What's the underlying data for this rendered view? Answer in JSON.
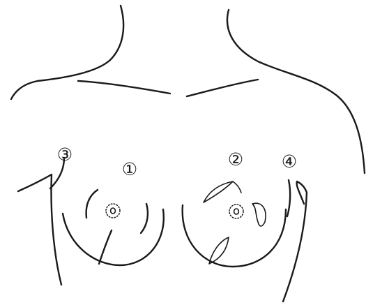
{
  "colors": {
    "ink": "#1a1a1a",
    "background": "#ffffff"
  },
  "markers": {
    "m1": "①",
    "m2": "②",
    "m3": "③",
    "m4": "④"
  }
}
